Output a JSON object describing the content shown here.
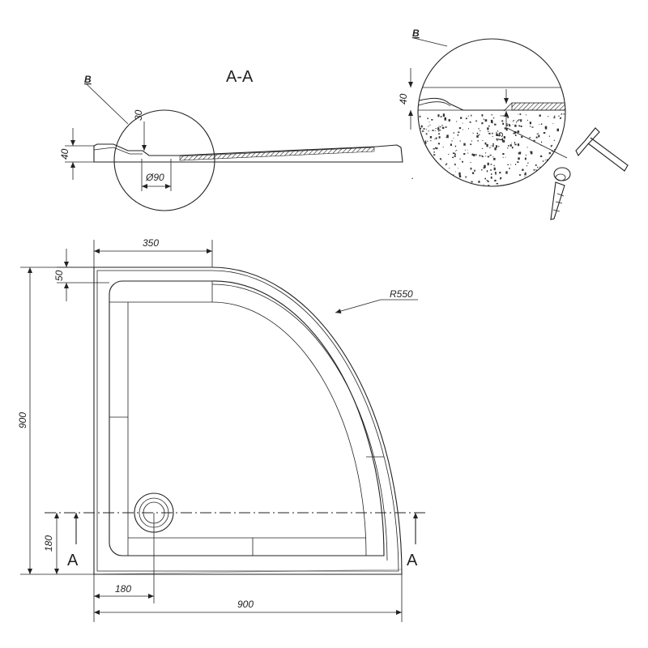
{
  "section_label": "A-A",
  "detail_label_b": "B",
  "detail_label_b_zoom": "B",
  "dims": {
    "rim_height": "40",
    "drain_offset": "30",
    "drain_diameter": "Ø90",
    "detail_rim_height": "40",
    "detail_depth": "15",
    "top_width": "350",
    "rim_width": "50",
    "overall_depth": "900",
    "drain_y": "180",
    "drain_x": "180",
    "overall_width": "900",
    "radius": "R550"
  },
  "section_markers": {
    "left": "A",
    "right": "A"
  }
}
